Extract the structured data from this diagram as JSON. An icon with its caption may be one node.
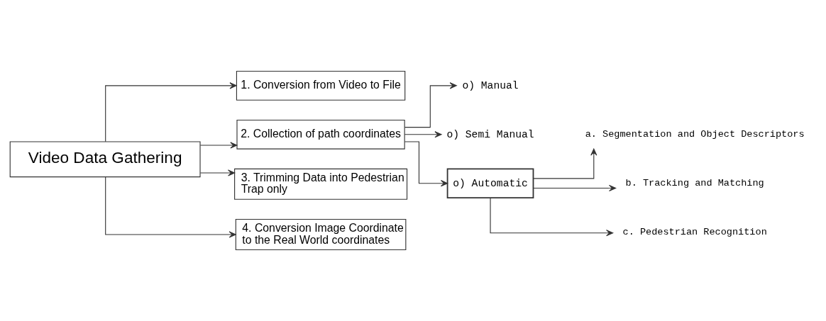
{
  "diagram": {
    "nodes": [
      {
        "text": [
          "Video Data Gathering"
        ]
      },
      {
        "text": [
          "1. Conversion from Video to File"
        ]
      },
      {
        "text": [
          "2. Collection of path coordinates"
        ]
      },
      {
        "text": [
          "3. Trimming Data into Pedestrian Trap only"
        ]
      },
      {
        "text": [
          "4. Conversion Image Coordinate to the Real World coordinates"
        ]
      },
      {
        "text": [
          "o) Manual"
        ]
      },
      {
        "text": [
          "o) Semi Manual"
        ]
      },
      {
        "text": [
          "o) Automatic"
        ]
      },
      {
        "text": [
          "a. Segmentation and Object Descriptors"
        ]
      },
      {
        "text": [
          "b. Tracking and Matching"
        ]
      },
      {
        "text": [
          "c. Pedestrian Recognition"
        ]
      }
    ],
    "edges": [
      {
        "from": 0,
        "to": 1,
        "arrow": "to"
      },
      {
        "from": 0,
        "to": 2,
        "arrow": "to"
      },
      {
        "from": 0,
        "to": 3,
        "arrow": "to"
      },
      {
        "from": 0,
        "to": 4,
        "arrow": "to"
      },
      {
        "from": 2,
        "to": 5,
        "arrow": "to"
      },
      {
        "from": 2,
        "to": 6,
        "arrow": "to"
      },
      {
        "from": 2,
        "to": 7,
        "arrow": "to"
      },
      {
        "from": 7,
        "to": 8,
        "arrow": "to"
      },
      {
        "from": 7,
        "to": 9,
        "arrow": "to"
      },
      {
        "from": 7,
        "to": 10,
        "arrow": "to"
      }
    ]
  }
}
